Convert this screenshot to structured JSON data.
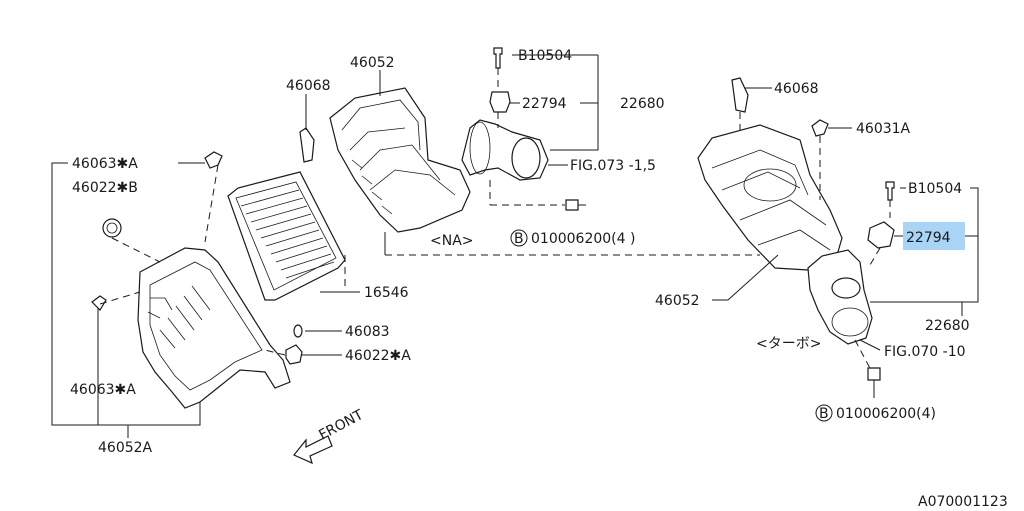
{
  "colors": {
    "line": "#1a1a1a",
    "highlight": "#a9d4f5",
    "background": "#ffffff"
  },
  "labels": {
    "p46052_top": "46052",
    "p46068_left": "46068",
    "b10504_top": "B10504",
    "p22794_top": "22794",
    "p22680_top": "22680",
    "fig073": "FIG.073 -1,5",
    "na_tag": "<NA>",
    "bolt_b": "B",
    "bolt_num_top": "010006200(4 )",
    "p46063a_top": "46063✱A",
    "p46022b": "46022✱B",
    "p16546": "16546",
    "p46083": "46083",
    "p46022a": "46022✱A",
    "p46063a_bottom": "46063✱A",
    "p46052a": "46052A",
    "front": "FRONT",
    "p46068_right": "46068",
    "p46031a": "46031A",
    "b10504_right": "B10504",
    "p22794_right": "22794",
    "p46052_right": "46052",
    "p22680_right": "22680",
    "turbo_tag": "<ターボ>",
    "fig070": "FIG.070 -10",
    "bolt_num_bottom": "010006200(4)",
    "diagram_code": "A070001123"
  }
}
